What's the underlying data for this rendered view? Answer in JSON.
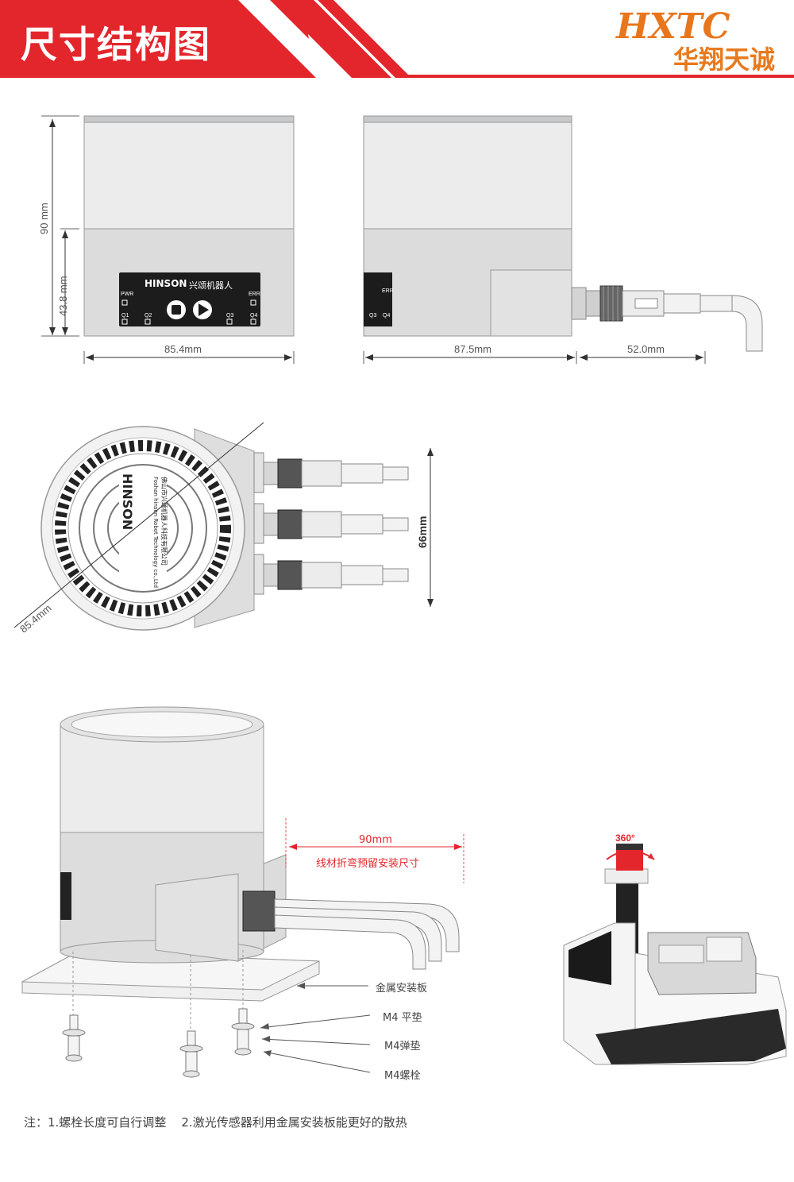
{
  "header": {
    "title": "尺寸结构图",
    "logo_script": "HXTC",
    "logo_text": "华翔天诚",
    "colors": {
      "banner_red": "#e3262c",
      "logo_orange": "#e8761c"
    }
  },
  "front_view": {
    "height_total": "90 mm",
    "height_lower": "43.8 mm",
    "width": "85.4mm",
    "panel": {
      "brand": "HINSON",
      "brand_cn": "兴颂机器人",
      "indicators": [
        "PWR",
        "ERR",
        "Q1",
        "Q2",
        "Q3",
        "Q4"
      ],
      "buttons": [
        "stop-icon",
        "play-icon"
      ]
    }
  },
  "side_view": {
    "width": "87.5mm",
    "cable_length": "52.0mm",
    "panel_labels": [
      "ERR",
      "Q3",
      "Q4"
    ]
  },
  "top_view": {
    "diameter": "85.4mm",
    "connector_span": "66mm",
    "label_cn": "佛山市兴颂机器人科技有限公司",
    "label_en": "Foshan hinson Robot Technology co.,Ltd",
    "brand": "HINSON"
  },
  "install_view": {
    "bend_length": "90mm",
    "bend_note": "线材折弯预留安装尺寸",
    "parts": [
      "金属安装板",
      "M4 平垫",
      "M4弹垫",
      "M4螺栓"
    ]
  },
  "robot_view": {
    "rotation": "360°"
  },
  "note": "注：1.螺栓长度可自行调整    2.激光传感器利用金属安装板能更好的散热"
}
